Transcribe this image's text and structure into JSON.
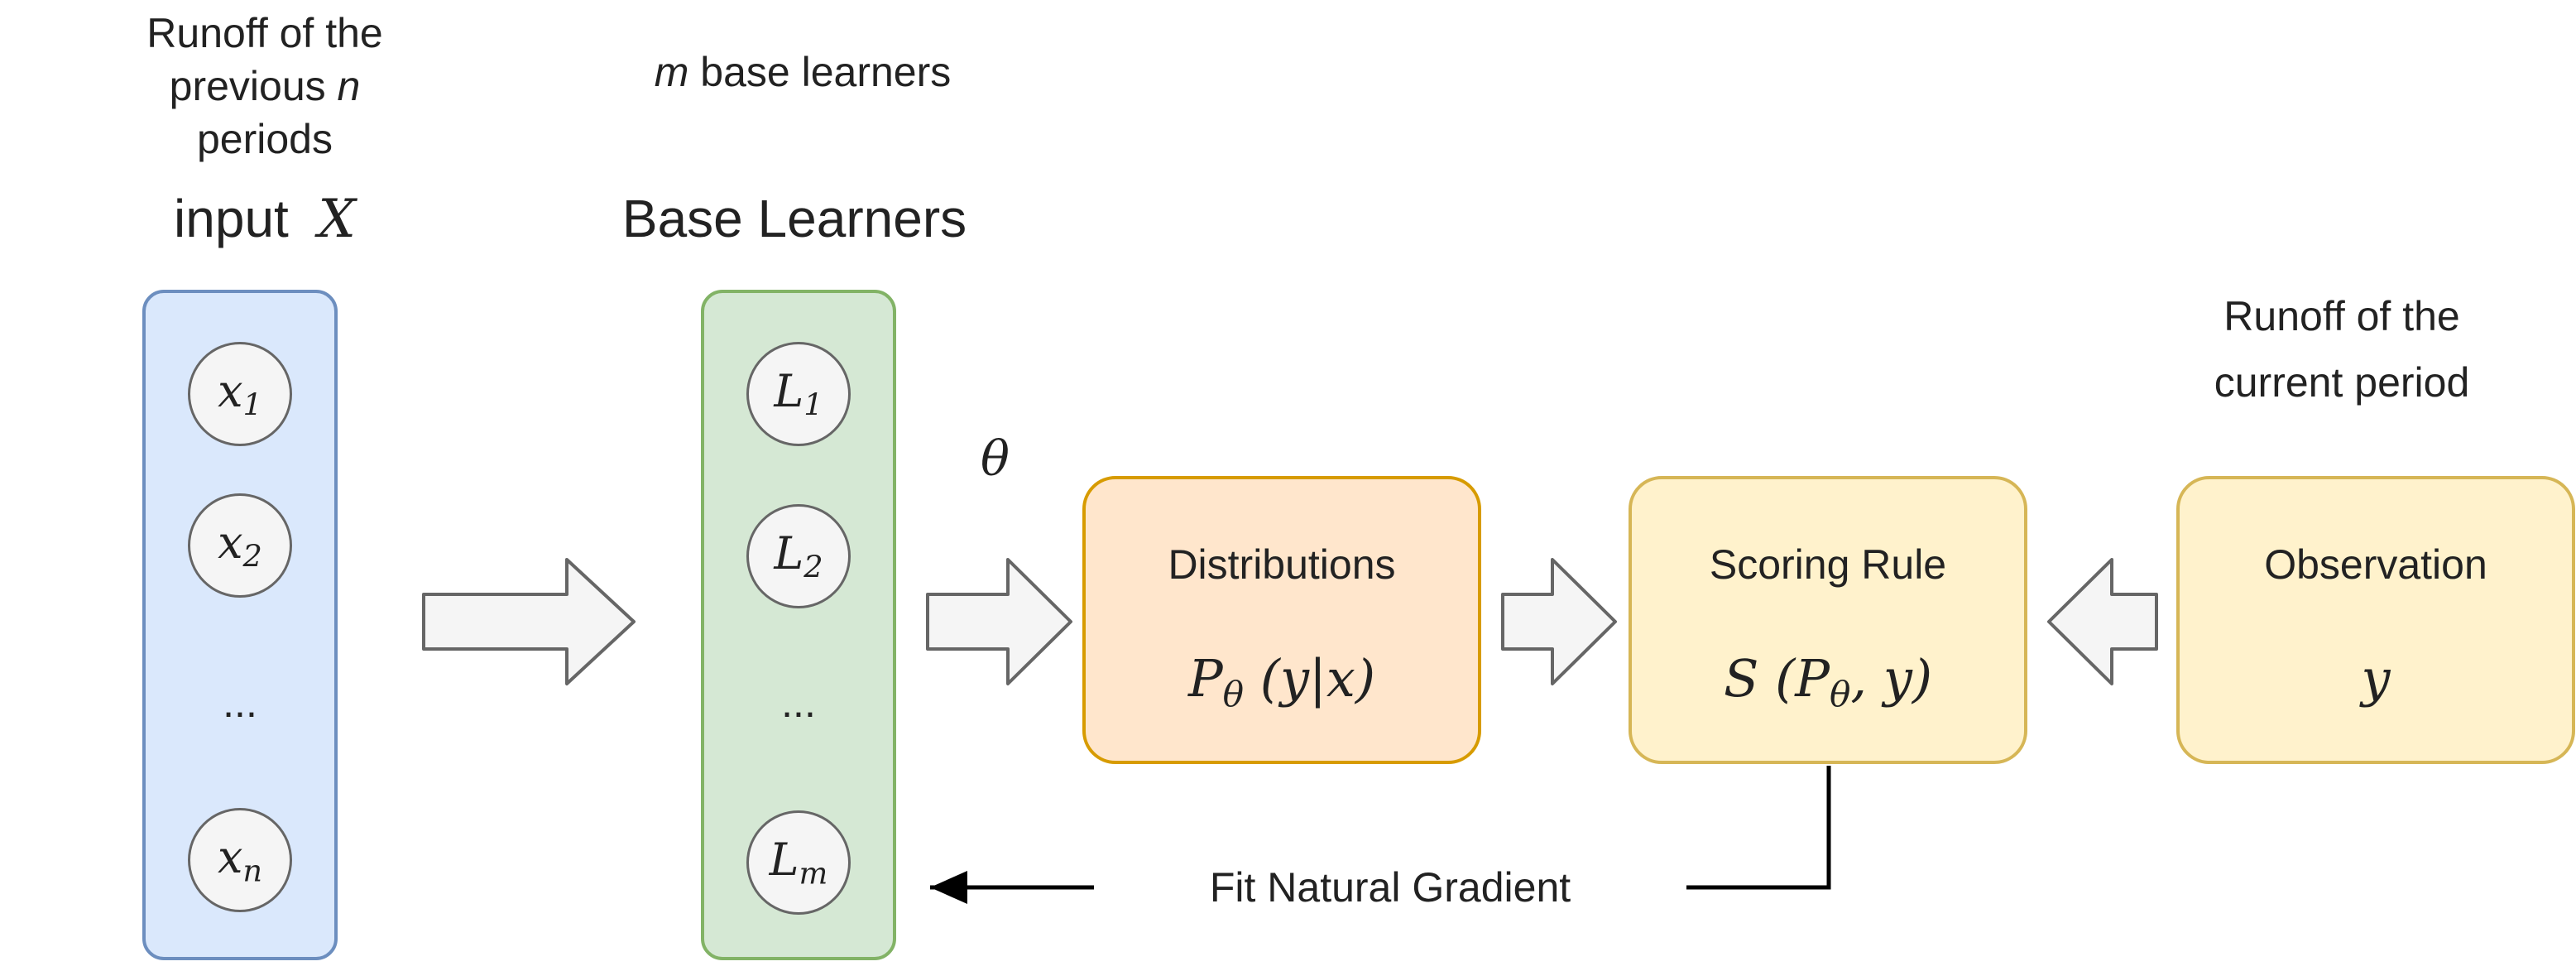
{
  "input_section": {
    "caption_line1": "Runoff of the",
    "caption_line2_prefix": "previous ",
    "caption_line2_var": "n",
    "caption_line2_suffix": " periods",
    "title_word": "input",
    "title_var": "X",
    "nodes": [
      {
        "base": "x",
        "sub": "1"
      },
      {
        "base": "x",
        "sub": "2"
      },
      {
        "base": "x",
        "sub": "n"
      }
    ],
    "ellipsis": "..."
  },
  "learners_section": {
    "caption_var": "m",
    "caption_suffix": " base learners",
    "title": "Base Learners",
    "nodes": [
      {
        "base": "L",
        "sub": "1"
      },
      {
        "base": "L",
        "sub": "2"
      },
      {
        "base": "L",
        "sub": "m"
      }
    ],
    "ellipsis": "..."
  },
  "theta_label": "θ",
  "distributions": {
    "title": "Distributions",
    "formula_base": "P",
    "formula_sub": "θ",
    "formula_rest": " (y|x)"
  },
  "scoring_rule": {
    "title": "Scoring Rule",
    "formula_prefix": "S (P",
    "formula_sub": "θ",
    "formula_suffix": ", y)"
  },
  "observation": {
    "caption_line1": "Runoff of the",
    "caption_line2": "current period",
    "title": "Observation",
    "formula": "y"
  },
  "feedback_label": "Fit Natural Gradient",
  "colors": {
    "input_fill": "#dae8fc",
    "input_stroke": "#6c8ebf",
    "learner_fill": "#d5e8d4",
    "learner_stroke": "#82b366",
    "dist_fill": "#ffe6cc",
    "dist_stroke": "#d79b00",
    "score_fill": "#fff2cc",
    "score_stroke": "#d6b656",
    "arrow_fill": "#f5f5f5",
    "arrow_stroke": "#666666"
  }
}
